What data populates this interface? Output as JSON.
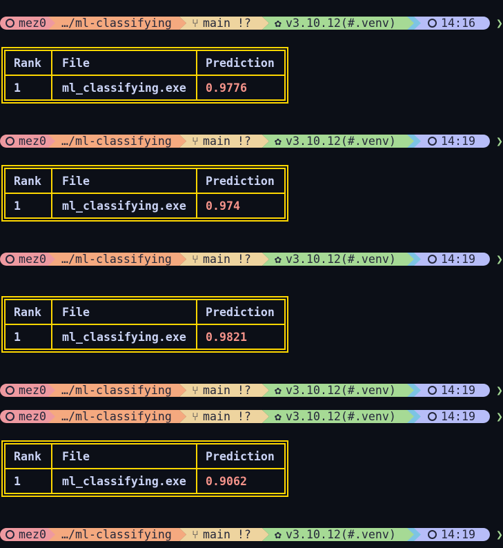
{
  "prompt": {
    "user": "mez0",
    "path": "…/ml-classifying",
    "branch": "main !?",
    "python": "v3.10.12(#.venv)",
    "chevron": "❯"
  },
  "prompts": [
    {
      "time": "14:16"
    },
    {
      "time": "14:19"
    },
    {
      "time": "14:19"
    },
    {
      "time": "14:19"
    },
    {
      "time": "14:19"
    },
    {
      "time": "14:19"
    }
  ],
  "table_headers": [
    "Rank",
    "File",
    "Prediction"
  ],
  "tables": [
    {
      "rank": "1",
      "file": "ml_classifying.exe",
      "prediction": "0.9776"
    },
    {
      "rank": "1",
      "file": "ml_classifying.exe",
      "prediction": "0.974"
    },
    {
      "rank": "1",
      "file": "ml_classifying.exe",
      "prediction": "0.9821"
    },
    {
      "rank": "1",
      "file": "ml_classifying.exe",
      "prediction": "0.9062"
    }
  ],
  "colors": {
    "user": "#ee99a0",
    "path": "#f5a97f",
    "git": "#eed49f",
    "python": "#a6da95",
    "time": "#b7bdf8",
    "border": "#ffd700",
    "prediction": "#f5938a"
  }
}
